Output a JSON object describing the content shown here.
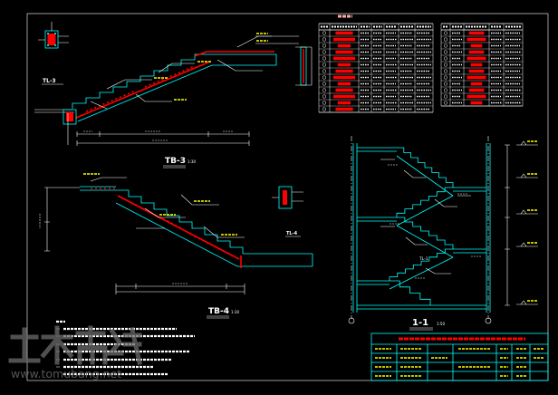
{
  "palette": {
    "background": "#000000",
    "white": "#ffffff",
    "cyan": "#00ffff",
    "red": "#ff0000",
    "yellow": "#ffff00",
    "pink": "#ffaaaa",
    "watermark": "#6b6b6b"
  },
  "labels": {
    "tl3": "TL-3",
    "tb3": "TB-3",
    "tb3_scale": "1:30",
    "tb4": "TB-4",
    "tb4_scale": "1:30",
    "tl4": "TL-4",
    "section": "1-1",
    "section_scale": "1:50",
    "tl1": "TL-1"
  },
  "watermark": {
    "text": "www.tomubang.net"
  }
}
